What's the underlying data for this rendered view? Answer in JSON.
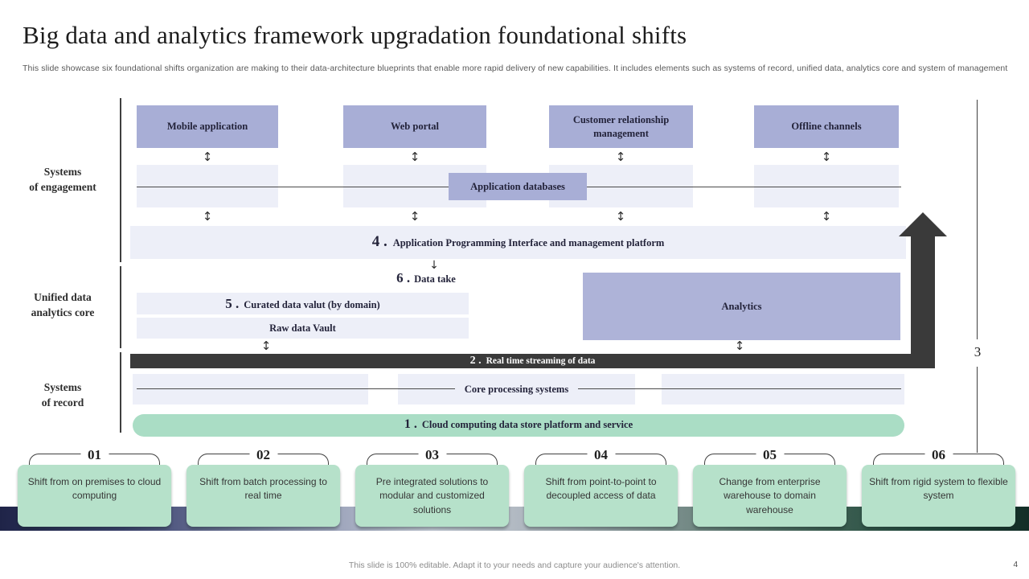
{
  "slide": {
    "title": "Big data and analytics framework upgradation foundational shifts",
    "subtitle": "This slide showcase six foundational shifts organization are making to their data-architecture blueprints that enable more rapid delivery of new capabilities. It includes elements such as systems of record, unified data, analytics core and system of management",
    "footer": "This slide is 100% editable. Adapt it to your needs and capture your audience's attention.",
    "page_number": "4"
  },
  "icons": {
    "updown_arrow": "↕",
    "down_arrow": "↓"
  },
  "diagram": {
    "row_labels": [
      {
        "line1": "Systems",
        "line2": "of engagement"
      },
      {
        "line1": "Unified data",
        "line2": "analytics core"
      },
      {
        "line1": "Systems",
        "line2": "of record"
      }
    ],
    "top_boxes": [
      "Mobile application",
      "Web portal",
      "Customer relationship management",
      "Offline channels"
    ],
    "application_databases": "Application databases",
    "api": {
      "number": "4 .",
      "label": "Application Programming Interface and management platform"
    },
    "data_take": {
      "number": "6 .",
      "label": "Data take"
    },
    "curated": {
      "number": "5 .",
      "label": "Curated data valut (by domain)"
    },
    "raw_vault": "Raw data Vault",
    "analytics": "Analytics",
    "streaming": {
      "number": "2 .",
      "label": "Real time streaming of data"
    },
    "core_processing": "Core processing systems",
    "cloud": {
      "number": "1 .",
      "label": "Cloud computing data store platform and service"
    },
    "side_number": "3"
  },
  "cards": [
    {
      "number": "01",
      "text": "Shift from on premises to cloud computing"
    },
    {
      "number": "02",
      "text": "Shift from batch processing to real time"
    },
    {
      "number": "03",
      "text": "Pre integrated solutions to modular and customized solutions"
    },
    {
      "number": "04",
      "text": "Shift from point-to-point to decoupled access of data"
    },
    {
      "number": "05",
      "text": "Change from enterprise warehouse to domain warehouse"
    },
    {
      "number": "06",
      "text": "Shift from rigid system to flexible system"
    }
  ],
  "colors": {
    "lavender": "#a8aed6",
    "light_lavender": "#edeff8",
    "mint_green": "#aaddc5",
    "card_green": "#b6e1ca",
    "dark_bar": "#3a3a3a",
    "gradient_left": "#1f2448",
    "gradient_middle": "#c7cdd9",
    "gradient_right": "#132e27"
  }
}
